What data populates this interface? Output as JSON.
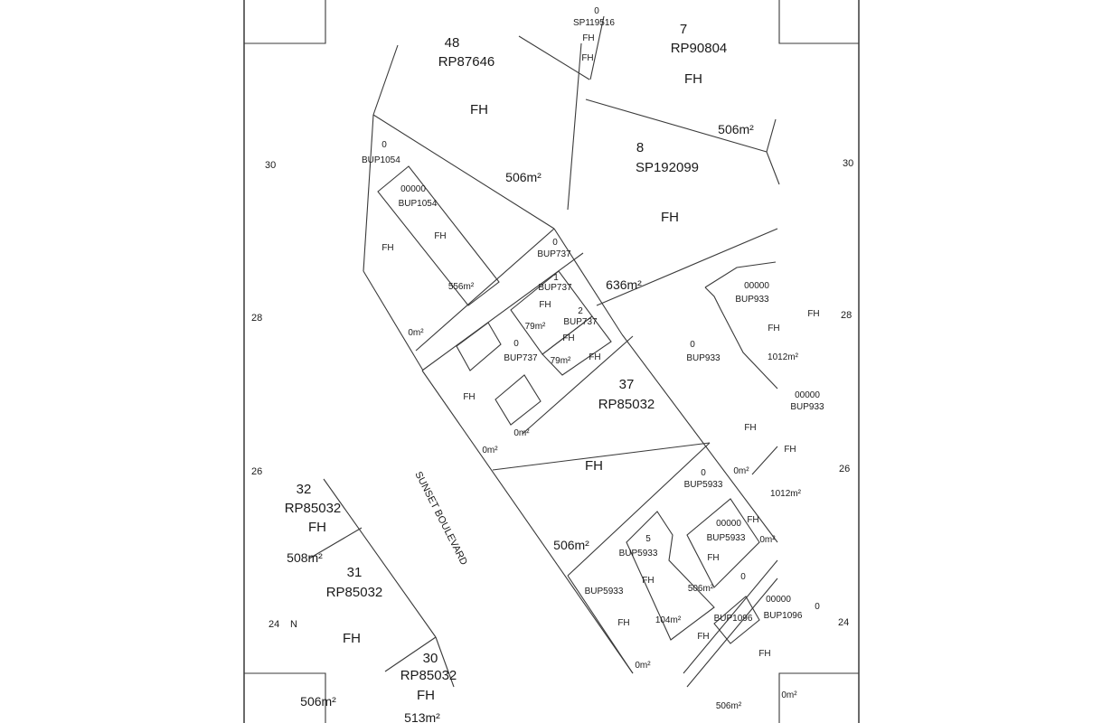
{
  "lots": [
    {
      "id": "lot-48",
      "lines": [
        "48",
        "RP87646",
        "FH"
      ]
    },
    {
      "id": "lot-7",
      "lines": [
        "7",
        "RP90804",
        "FH"
      ]
    },
    {
      "id": "lot-8",
      "lines": [
        "8",
        "SP192099",
        "FH"
      ]
    },
    {
      "id": "lot-37",
      "lines": [
        "37",
        "RP85032",
        "FH"
      ]
    },
    {
      "id": "lot-32",
      "lines": [
        "32",
        "RP85032",
        "FH"
      ]
    },
    {
      "id": "lot-31",
      "lines": [
        "31",
        "RP85032",
        "FH"
      ]
    },
    {
      "id": "lot-30",
      "lines": [
        "30",
        "RP85032",
        "FH"
      ]
    }
  ],
  "labels": {
    "area_506_a": "506m²",
    "area_506_b": "506m²",
    "area_506_c": "506m²",
    "area_506_d": "506m²",
    "area_506_e": "506m²",
    "area_636": "636m²",
    "area_508": "508m²",
    "area_513": "513m²",
    "area_556": "556m²",
    "area_1012_a": "1012m²",
    "area_1012_b": "1012m²",
    "area_79_a": "79m²",
    "area_79_b": "79m²",
    "area_104": "104m²",
    "area_506_small": "506m²",
    "bup1054_0": "0",
    "bup1054_0_plan": "BUP1054",
    "bup1054_00000": "00000",
    "bup1054_00000_plan": "BUP1054",
    "bup1054_fh1": "FH",
    "bup1054_fh2": "FH",
    "bup737_0_top": "0",
    "bup737_0_top_plan": "BUP737",
    "bup737_1": "1",
    "bup737_1_plan": "BUP737",
    "bup737_1_fh": "FH",
    "bup737_2": "2",
    "bup737_2_plan": "BUP737",
    "bup737_2_fh": "FH",
    "bup737_0_mid": "0",
    "bup737_0_mid_plan": "BUP737",
    "bup737_fh_a": "FH",
    "bup737_fh_b": "FH",
    "zero_a": "0m²",
    "zero_b": "0m²",
    "zero_c": "0m²",
    "zero_d": "0m²",
    "zero_e": "0m²",
    "zero_f": "0m²",
    "zero_g": "0m²",
    "bup933_00000": "00000",
    "bup933_00000_plan": "BUP933",
    "bup933_fh": "FH",
    "bup933_0": "0",
    "bup933_0_plan": "BUP933",
    "bup933_fh2": "FH",
    "bup933_right_00000": "00000",
    "bup933_right_plan": "BUP933",
    "bup933_fh3": "FH",
    "bup5933_0": "0",
    "bup5933_0_plan": "BUP5933",
    "bup5933_00000": "00000",
    "bup5933_00000_plan": "BUP5933",
    "bup5933_fh": "FH",
    "bup5933_5": "5",
    "bup5933_5_plan": "BUP5933",
    "bup5933_5_fh": "FH",
    "bup5933_left_plan": "BUP5933",
    "bup5933_left_fh": "FH",
    "bup5933_right_0": "0",
    "bup1096_plan": "BUP1096",
    "bup1096_fh": "FH",
    "bup1096_00000": "00000",
    "bup1096_00000_plan": "BUP1096",
    "bup1096_0": "0",
    "bup1096_fh2": "FH",
    "bup0000_fh": "FH",
    "sp119516_0": "0",
    "sp119516_plan": "SP119516",
    "sp119516_fh": "FH",
    "road": "SUNSET BOULEVARD",
    "grid_30_left": "30",
    "grid_30_right": "30",
    "grid_28_left": "28",
    "grid_28_right": "28",
    "grid_26_left": "26",
    "grid_26_right": "26",
    "grid_24_left": "24",
    "grid_24_right": "24",
    "grid_n": "N",
    "fh_right_a": "FH",
    "fh_right_b": "FH"
  }
}
